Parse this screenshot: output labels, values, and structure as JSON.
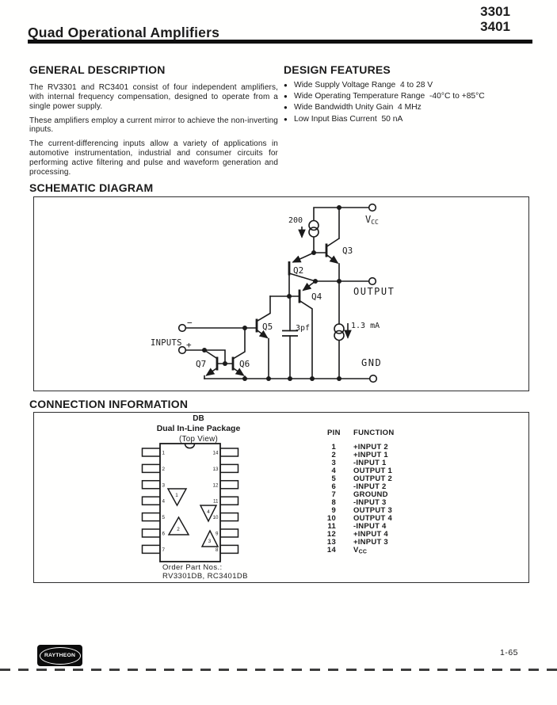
{
  "page": {
    "title": "Quad Operational Amplifiers",
    "part_number_top": "3301",
    "part_number_bottom": "3401",
    "page_number": "1-65",
    "brand_logo_text": "RAYTHEON"
  },
  "general_description": {
    "heading": "GENERAL DESCRIPTION",
    "paragraphs": [
      "The RV3301 and RC3401 consist of four independent amplifiers, with internal frequency compensation, designed to operate from a single power supply.",
      "These amplifiers employ a current mirror to achieve the non-inverting inputs.",
      "The current-differencing inputs allow a variety of applications in automotive instrumentation, industrial and consumer circuits for performing active filtering and pulse and waveform generation and processing."
    ]
  },
  "design_features": {
    "heading": "DESIGN FEATURES",
    "bullet": "●",
    "items": [
      "Wide Supply Voltage Range  4 to 28 V",
      "Wide Operating Temperature Range  -40°C to +85°C",
      "Wide Bandwidth Unity Gain  4 MHz",
      "Low Input Bias Current  50 nA"
    ]
  },
  "schematic": {
    "heading": "SCHEMATIC DIAGRAM",
    "labels": {
      "r200": "200",
      "q2": "Q2",
      "q3": "Q3",
      "q4": "Q4",
      "q5": "Q5",
      "q6": "Q6",
      "q7": "Q7",
      "cap": "3pf",
      "bias": "1.3 mA",
      "vcc_v": "V",
      "vcc_sub": "CC",
      "output": "OUTPUT",
      "gnd": "GND",
      "inputs": "INPUTS",
      "minus": "−",
      "plus": "+"
    }
  },
  "connection_information": {
    "heading": "CONNECTION INFORMATION",
    "package": {
      "code": "DB",
      "name": "Dual In-Line Package",
      "view": "(Top View)",
      "order_label": "Order Part Nos.:",
      "order_parts": "RV3301DB, RC3401DB",
      "left_pin_numbers": [
        "1",
        "2",
        "3",
        "4",
        "5",
        "6",
        "7"
      ],
      "right_pin_numbers": [
        "14",
        "13",
        "12",
        "11",
        "10",
        "9",
        "8"
      ],
      "amp_labels": [
        "1",
        "2",
        "4",
        "3"
      ]
    },
    "pin_table": {
      "col_pin": "PIN",
      "col_function": "FUNCTION",
      "vcc_v": "V",
      "vcc_sub": "CC",
      "rows": [
        [
          "1",
          "+INPUT 2"
        ],
        [
          "2",
          "+INPUT 1"
        ],
        [
          "3",
          "-INPUT 1"
        ],
        [
          "4",
          "OUTPUT 1"
        ],
        [
          "5",
          "OUTPUT 2"
        ],
        [
          "6",
          "-INPUT 2"
        ],
        [
          "7",
          "GROUND"
        ],
        [
          "8",
          "-INPUT 3"
        ],
        [
          "9",
          "OUTPUT 3"
        ],
        [
          "10",
          "OUTPUT 4"
        ],
        [
          "11",
          "-INPUT 4"
        ],
        [
          "12",
          "+INPUT 4"
        ],
        [
          "13",
          "+INPUT 3"
        ],
        [
          "14",
          ""
        ]
      ]
    }
  }
}
